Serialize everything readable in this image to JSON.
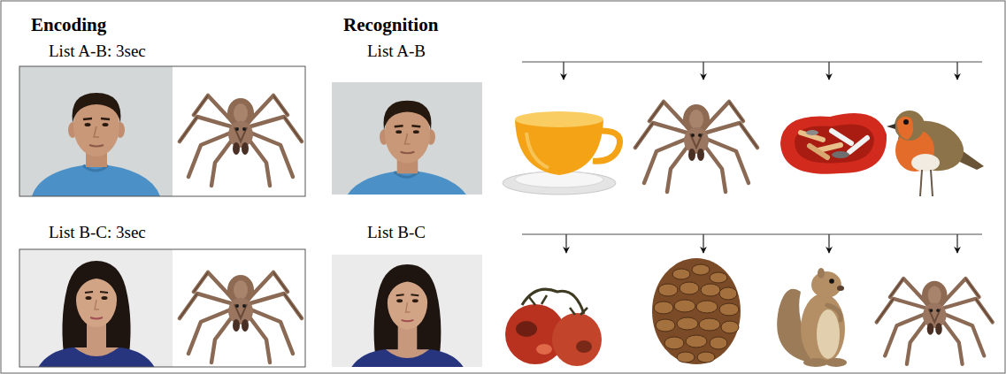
{
  "diagram": {
    "labels": [
      "Encoding",
      "List A-B: 3sec",
      "Recognition",
      "List A-B",
      "List B-C: 3sec",
      "List B-C"
    ]
  }
}
